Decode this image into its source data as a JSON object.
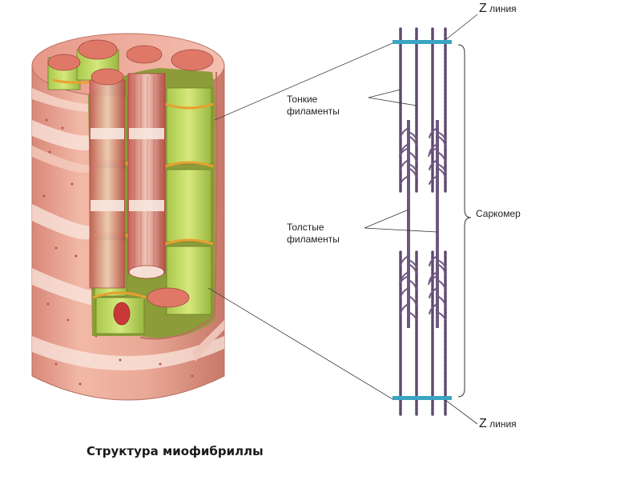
{
  "caption": "Структура миофибриллы",
  "labels": {
    "z_top_letter": "Z",
    "z_top_word": "линия",
    "z_bottom_letter": "Z",
    "z_bottom_word": "линия",
    "thin_line1": "Тонкие",
    "thin_line2": "филаменты",
    "thick_line1": "Толстые",
    "thick_line2": "филаменты",
    "sarcomere": "Саркомер"
  },
  "colors": {
    "z_disc": "#3aa4c4",
    "filament": "#5e4a6e",
    "fiber_outer": "#e8a088",
    "myofibril_green": "#c8dc6c",
    "myofibril_red": "#c86058",
    "connector_line": "#333333"
  }
}
